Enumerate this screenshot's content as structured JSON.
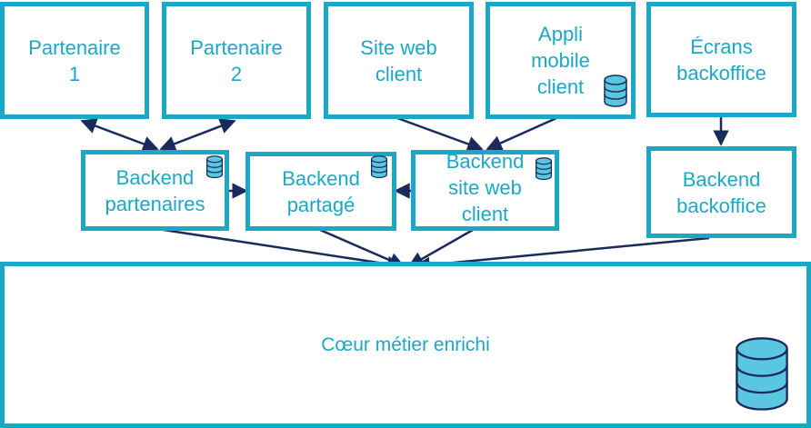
{
  "colors": {
    "accent": "#1ba8c7",
    "arrow": "#1a2a5a",
    "db_fill": "#5bc6e0",
    "db_stroke": "#1a2a5a"
  },
  "nodes": {
    "partenaire1": {
      "label": "Partenaire\n1"
    },
    "partenaire2": {
      "label": "Partenaire\n2"
    },
    "site_web_client": {
      "label": "Site web\nclient"
    },
    "appli_mobile": {
      "label": "Appli\nmobile\nclient"
    },
    "ecrans_backoffice": {
      "label": "Écrans\nbackoffice"
    },
    "backend_partenaires": {
      "label": "Backend\npartenaires"
    },
    "backend_partage": {
      "label": "Backend\npartagé"
    },
    "backend_site_web": {
      "label": "Backend\nsite web\nclient"
    },
    "backend_backoffice": {
      "label": "Backend\nbackoffice"
    },
    "coeur_metier": {
      "label": "Cœur métier enrichi"
    }
  },
  "icons": {
    "database": "database-icon"
  }
}
